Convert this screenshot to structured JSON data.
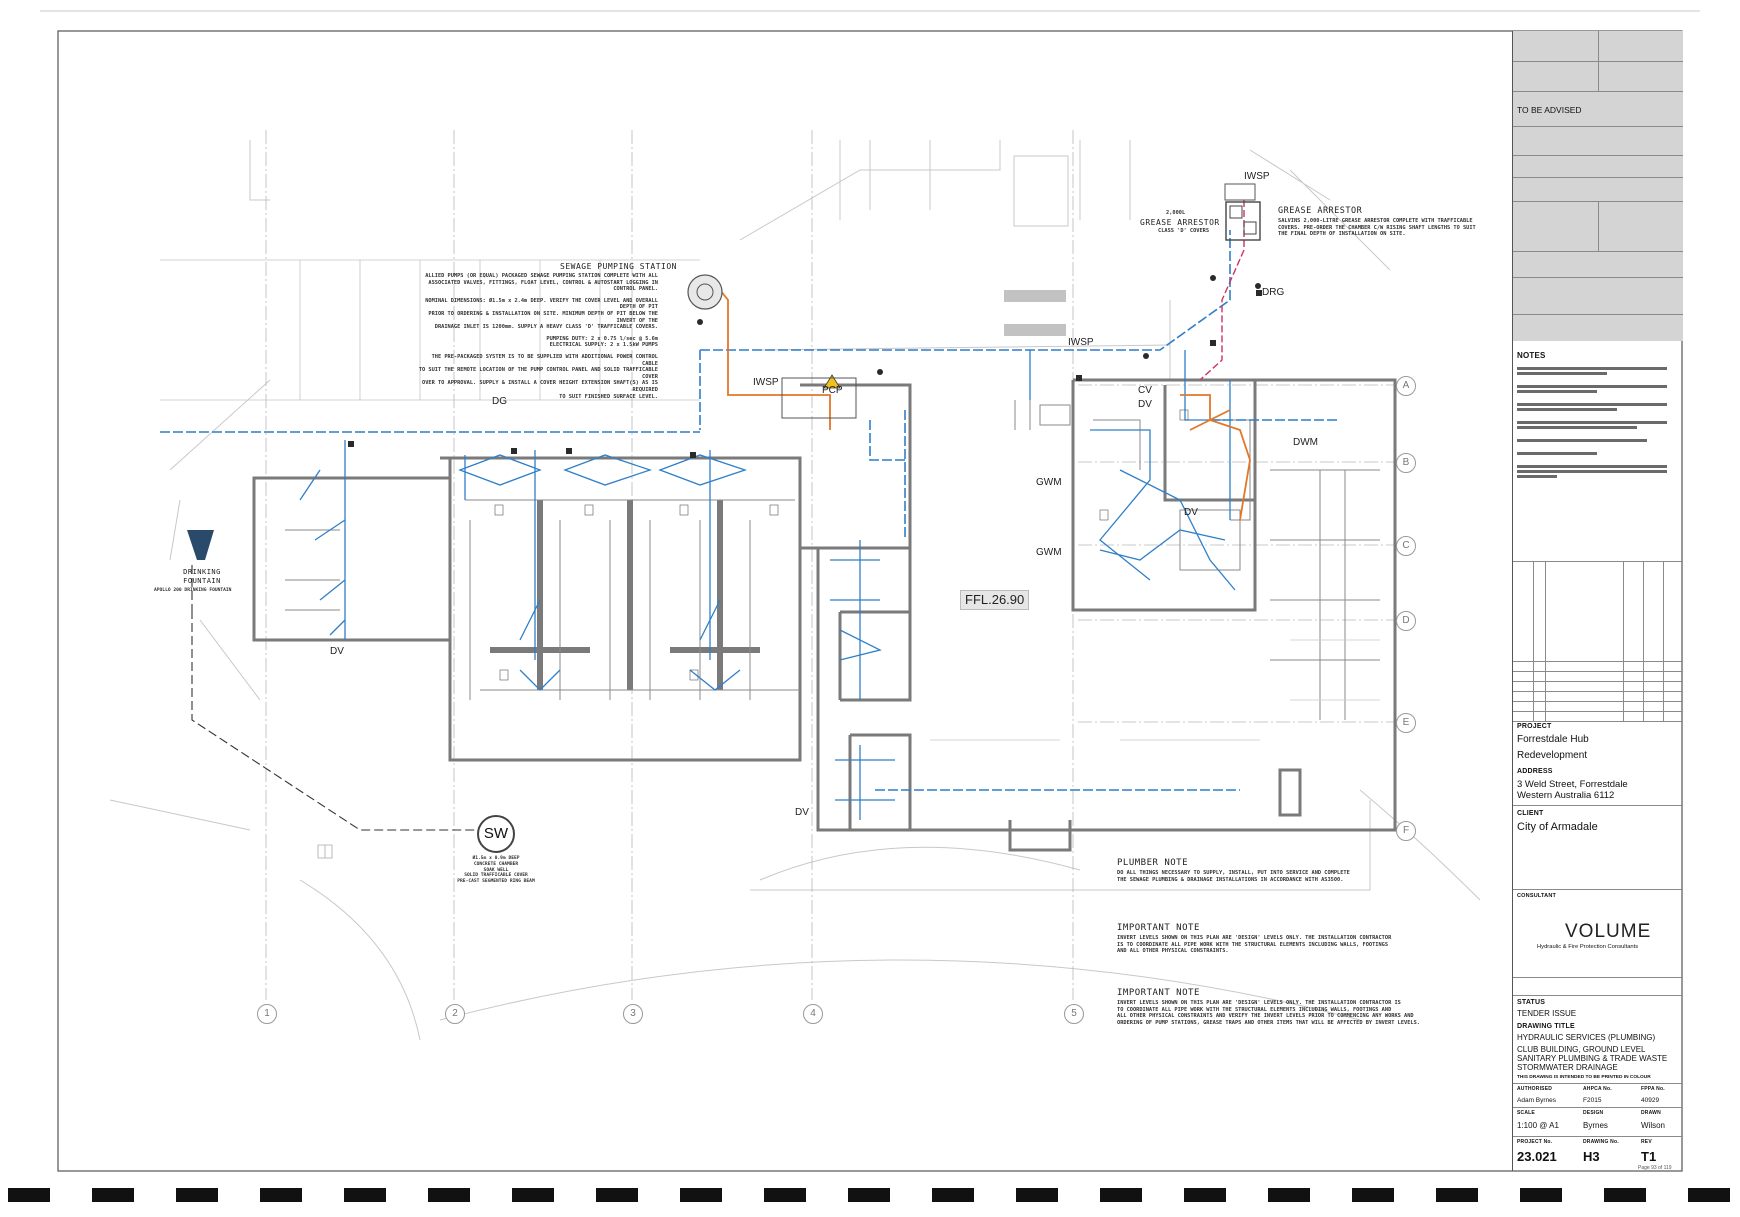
{
  "drawing": {
    "ffl_label": "FFL.26.90",
    "sewage_station": {
      "title": "SEWAGE PUMPING STATION",
      "lines": [
        "ALLIED PUMPS (OR EQUAL) PACKAGED SEWAGE PUMPING STATION COMPLETE WITH ALL",
        "ASSOCIATED VALVES, FITTINGS, FLOAT LEVEL, CONTROL & AUTOSTART LOGGING IN",
        "CONTROL PANEL.",
        "NOMINAL DIMENSIONS: Ø1.5m x 2.4m DEEP. VERIFY THE COVER LEVEL AND OVERALL DEPTH OF PIT",
        "PRIOR TO ORDERING & INSTALLATION ON SITE. MINIMUM DEPTH OF PIT BELOW THE INVERT OF THE",
        "DRAINAGE INLET IS 1200mm. SUPPLY A HEAVY CLASS 'D' TRAFFICABLE COVERS.",
        "PUMPING DUTY: 2 x 0.75 l/sec @ 5.6m",
        "ELECTRICAL SUPPLY: 2 x 1.5kW PUMPS",
        "THE PRE-PACKAGED SYSTEM IS TO BE SUPPLIED WITH ADDITIONAL POWER CONTROL CABLE",
        "TO SUIT THE REMOTE LOCATION OF THE PUMP CONTROL PANEL AND SOLID TRAFFICABLE COVER",
        "OVER TO APPROVAL. SUPPLY & INSTALL A COVER HEIGHT EXTENSION SHAFT(S) AS IS REQUIRED",
        "TO SUIT FINISHED SURFACE LEVEL."
      ]
    },
    "grease_arrestor": {
      "title": "GREASE ARRESTOR",
      "lines": [
        "SALVINS 2,000-LITRE GREASE ARRESTOR COMPLETE WITH TRAFFICABLE",
        "COVERS. PRE-ORDER THE CHAMBER C/W RISING SHAFT LENGTHS TO SUIT",
        "THE FINAL DEPTH OF INSTALLATION ON SITE."
      ],
      "tag": "GREASE ARRESTOR",
      "tag_sub": "CLASS 'D' COVERS",
      "tag_top": "2,000L"
    },
    "drinking_fountain": {
      "title": "DRINKING FOUNTAIN",
      "sub": "APOLLO 200 DRINKING FOUNTAIN"
    },
    "sw_pit": {
      "tag": "SW",
      "lines": [
        "Ø1.5m x 0.9m DEEP",
        "CONCRETE CHAMBER",
        "SOAK WELL",
        "SOLID TRAFFICABLE COVER",
        "PRE-CAST SEGMENTED RING BEAM"
      ]
    },
    "plumber_note": {
      "title": "PLUMBER NOTE",
      "lines": [
        "DO ALL THINGS NECESSARY TO SUPPLY, INSTALL, PUT INTO SERVICE AND COMPLETE",
        "THE SEWAGE PLUMBING & DRAINAGE INSTALLATIONS IN ACCORDANCE WITH AS3500."
      ]
    },
    "important_note_1": {
      "title": "IMPORTANT NOTE",
      "lines": [
        "INVERT LEVELS SHOWN ON THIS PLAN ARE 'DESIGN' LEVELS ONLY. THE INSTALLATION CONTRACTOR",
        "IS TO COORDINATE ALL PIPE WORK WITH THE STRUCTURAL ELEMENTS INCLUDING WALLS, FOOTINGS",
        "AND ALL OTHER PHYSICAL CONSTRAINTS."
      ]
    },
    "important_note_2": {
      "title": "IMPORTANT NOTE",
      "lines": [
        "INVERT LEVELS SHOWN ON THIS PLAN ARE 'DESIGN' LEVELS ONLY. THE INSTALLATION CONTRACTOR IS",
        "TO COORDINATE ALL PIPE WORK WITH THE STRUCTURAL ELEMENTS INCLUDING WALLS, FOOTINGS AND",
        "ALL OTHER PHYSICAL CONSTRAINTS AND VERIFY THE INVERT LEVELS PRIOR TO COMMENCING ANY WORKS AND",
        "ORDERING OF PUMP STATIONS, GREASE TRAPS AND OTHER ITEMS THAT WILL BE AFFECTED BY INVERT LEVELS."
      ]
    },
    "fixture_tags": [
      "PCP",
      "IWSP",
      "IWSP",
      "IWSP",
      "DRG",
      "GWM",
      "GWM",
      "DWM",
      "DV",
      "DV",
      "DV",
      "DV",
      "CV",
      "DG"
    ],
    "grid_cols": [
      "1",
      "2",
      "3",
      "4",
      "5"
    ],
    "grid_rows": [
      "A",
      "B",
      "C",
      "D",
      "E",
      "F"
    ],
    "colors": {
      "sewer": "#2f7fc9",
      "pressure": "#e2772a",
      "grease": "#d0316a",
      "wall": "#7a7a7a",
      "grid": "#b0b0b0"
    }
  },
  "title_block": {
    "advised": "TO BE ADVISED",
    "notes_title": "NOTES",
    "project_label": "PROJECT",
    "project_line1": "Forrestdale Hub",
    "project_line2": "Redevelopment",
    "address_label": "ADDRESS",
    "address_line1": "3 Weld Street, Forrestdale",
    "address_line2": "Western Australia 6112",
    "client_label": "CLIENT",
    "client": "City of Armadale",
    "consultant_label": "CONSULTANT",
    "logo": "VOLUME",
    "logo_sub": "Hydraulic & Fire Protection Consultants",
    "status_label": "STATUS",
    "status": "TENDER ISSUE",
    "drawing_title_label": "DRAWING TITLE",
    "drawing_title_1": "HYDRAULIC SERVICES (PLUMBING)",
    "drawing_title_2": "CLUB BUILDING, GROUND LEVEL",
    "drawing_title_3": "SANITARY PLUMBING & TRADE WASTE",
    "drawing_title_4": "STORMWATER DRAINAGE",
    "colour_note": "THIS DRAWING IS INTENDED TO BE PRINTED IN COLOUR",
    "authorised_label": "AUTHORISED",
    "ahpca_label": "AHPCA No.",
    "fppa_label": "FPPA No.",
    "authorised": "Adam Byrnes",
    "ahpca": "F2015",
    "fppa": "40929",
    "scale_label": "SCALE",
    "design_label": "DESIGN",
    "drawn_label": "DRAWN",
    "scale": "1:100 @ A1",
    "design": "Byrnes",
    "drawn": "Wilson",
    "project_no_label": "PROJECT No.",
    "drawing_no_label": "DRAWING No.",
    "rev_label": "REV",
    "project_no": "23.021",
    "drawing_no": "H3",
    "rev": "T1",
    "page": "Page 93 of 119"
  }
}
